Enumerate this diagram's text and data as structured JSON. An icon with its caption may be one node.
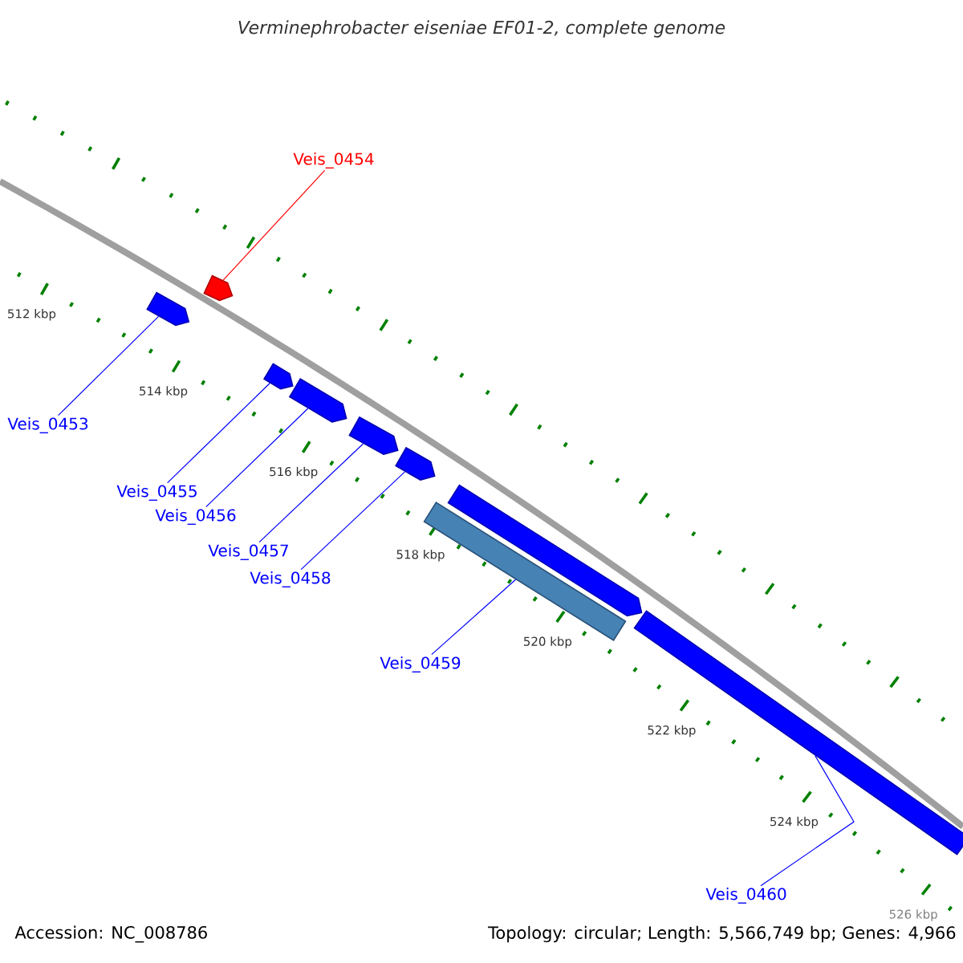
{
  "diagram": {
    "title": "Verminephrobacter eiseniae EF01-2, complete genome",
    "nodes": [
      {
        "text": [
          "Veis_0453"
        ]
      },
      {
        "text": [
          "Veis_0454"
        ]
      },
      {
        "text": [
          "Veis_0455"
        ]
      },
      {
        "text": [
          "Veis_0456"
        ]
      },
      {
        "text": [
          "Veis_0457"
        ]
      },
      {
        "text": [
          "Veis_0458"
        ]
      },
      {
        "text": [
          "Veis_0459"
        ]
      },
      {
        "text": [
          "Veis_0460"
        ]
      },
      {
        "text": [],
        "shape": "pentagon"
      },
      {
        "text": [],
        "shape": "pentagon"
      },
      {
        "text": [],
        "shape": "pentagon"
      },
      {
        "text": [],
        "shape": "pentagon"
      },
      {
        "text": [],
        "shape": "pentagon"
      },
      {
        "text": [],
        "shape": "pentagon"
      },
      {
        "text": [],
        "shape": "bar"
      },
      {
        "text": [],
        "shape": "pentagon"
      },
      {
        "text": [],
        "shape": "bar"
      }
    ],
    "edges": [
      {
        "from": 0,
        "to": 8,
        "arrow": "none"
      },
      {
        "from": 1,
        "to": 9,
        "arrow": "none",
        "color": "#ff0000"
      },
      {
        "from": 2,
        "to": 10,
        "arrow": "none"
      },
      {
        "from": 3,
        "to": 11,
        "arrow": "none"
      },
      {
        "from": 4,
        "to": 12,
        "arrow": "none"
      },
      {
        "from": 5,
        "to": 13,
        "arrow": "none"
      },
      {
        "from": 6,
        "to": 14,
        "arrow": "none"
      },
      {
        "from": 7,
        "to": 16,
        "arrow": "none"
      }
    ],
    "labels": [
      "512 kbp",
      "514 kbp",
      "516 kbp",
      "518 kbp",
      "520 kbp",
      "522 kbp",
      "524 kbp",
      "526 kbp",
      "Accession: NC_008786",
      "Topology: circular; Length: 5,566,749 bp; Genes: 4,966"
    ]
  }
}
